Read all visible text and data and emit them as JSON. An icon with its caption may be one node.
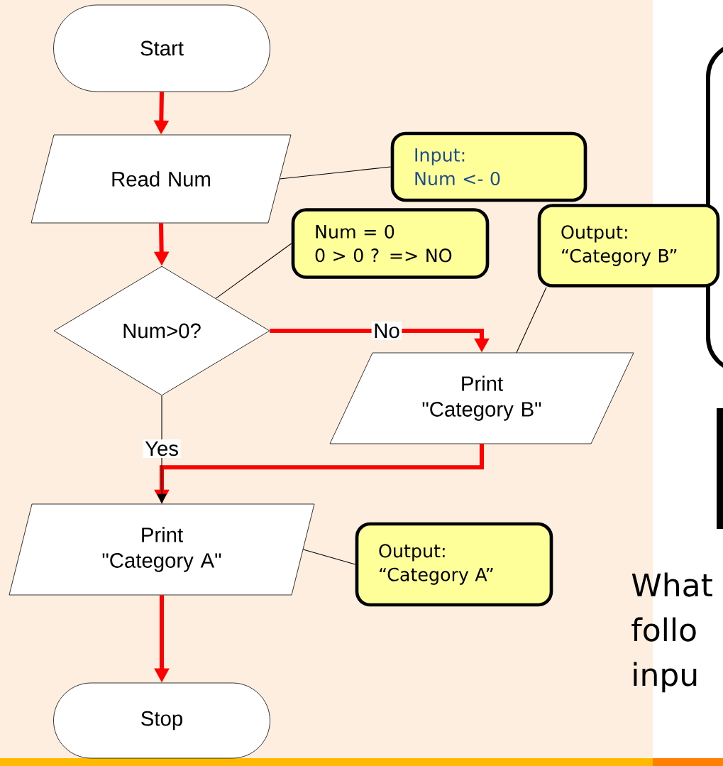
{
  "diagram": {
    "nodes": [
      {
        "text": [
          "Start"
        ]
      },
      {
        "text": [
          "Read Num"
        ]
      },
      {
        "text": [
          "Num>0?"
        ]
      },
      {
        "text": [
          "Print \"Category B\""
        ]
      },
      {
        "text": [
          "Print \"Category A\""
        ]
      },
      {
        "text": [
          "Stop"
        ]
      },
      {
        "text": [
          "Num = 0",
          "0 > 0 ? => NO"
        ]
      },
      {
        "text": [
          "Input:",
          "Num <- 0"
        ]
      },
      {
        "text": [
          "Output:",
          "“Category B”"
        ]
      },
      {
        "text": [
          "Output:",
          "“Category A”"
        ]
      }
    ],
    "edges": [
      {
        "from": 0,
        "to": 1,
        "arrow": "to",
        "style": "thick",
        "color": "#ff0000"
      },
      {
        "from": 1,
        "to": 2,
        "arrow": "to",
        "style": "thick",
        "color": "#ff0000"
      },
      {
        "from": 2,
        "to": 3,
        "arrow": "to",
        "label": "No",
        "style": "thick",
        "color": "#ff0000"
      },
      {
        "from": 3,
        "to": 4,
        "arrow": "to",
        "style": "thick",
        "color": "#ff0000"
      },
      {
        "from": 2,
        "to": 4,
        "arrow": "to",
        "label": "Yes",
        "color": "#000000"
      },
      {
        "from": 4,
        "to": 5,
        "arrow": "to",
        "style": "thick",
        "color": "#ff0000"
      },
      {
        "from": 7,
        "to": 1,
        "arrow": "none",
        "color": "#000000"
      },
      {
        "from": 6,
        "to": 2,
        "arrow": "none",
        "color": "#000000"
      },
      {
        "from": 8,
        "to": 3,
        "arrow": "none",
        "color": "#000000"
      },
      {
        "from": 9,
        "to": 4,
        "arrow": "none",
        "color": "#000000"
      }
    ],
    "labels": [
      "What",
      "follo",
      "inpu"
    ]
  }
}
